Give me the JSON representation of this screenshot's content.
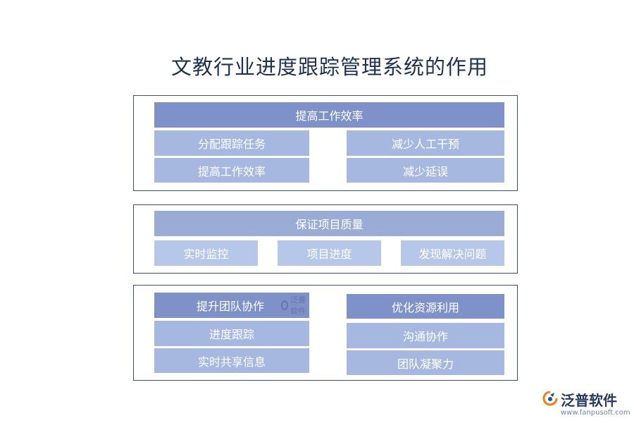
{
  "title": "文教行业进度跟踪管理系统的作用",
  "section1": {
    "header": "提高工作效率",
    "items": [
      "分配跟踪任务",
      "减少人工干预",
      "提高工作效率",
      "减少延误"
    ]
  },
  "section2": {
    "header": "保证项目质量",
    "items": [
      "实时监控",
      "项目进度",
      "发现解决问题"
    ]
  },
  "section3": {
    "left": {
      "header": "提升团队协作",
      "items": [
        "进度跟踪",
        "实时共享信息"
      ]
    },
    "right": {
      "header": "优化资源利用",
      "items": [
        "沟通协作",
        "团队凝聚力"
      ]
    },
    "watermark": "泛普软件"
  },
  "brand": {
    "name": "泛普软件",
    "url": "www.fanpusoft.com"
  },
  "colors": {
    "title": "#1f3152",
    "border": "#3b4e7e",
    "header": "#7e92c9",
    "header_alt": "#9aabd5",
    "sub": "#a6b8e0",
    "sub_light": "#b7c7ea",
    "logo_orange": "#f07d1a",
    "logo_blue": "#2a4d8f"
  }
}
